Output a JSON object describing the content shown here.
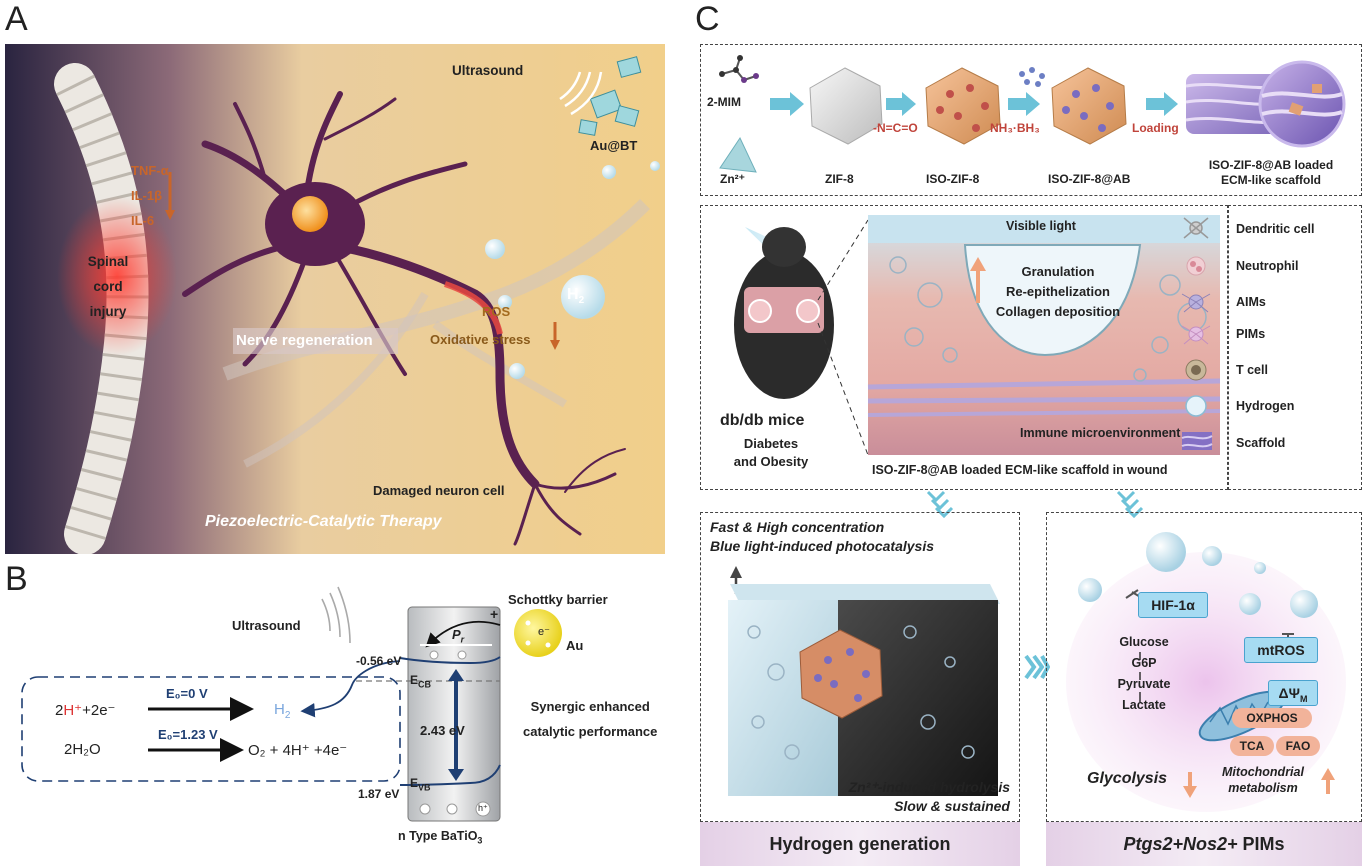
{
  "panel_a": {
    "letter": "A",
    "ultrasound": "Ultrasound",
    "au_bt": "Au@BT",
    "cytokines": [
      "TNF-α",
      "IL-1β",
      "IL-6"
    ],
    "injury_label": [
      "Spinal",
      "cord",
      "injury"
    ],
    "h2": "H",
    "h2_sub": "2",
    "ros": "ROS",
    "oxidative": "Oxidative stress",
    "nerve_regen": "Nerve regeneration",
    "damaged": "Damaged neuron cell",
    "therapy": "Piezoelectric-Catalytic Therapy"
  },
  "panel_b": {
    "letter": "B",
    "ultrasound": "Ultrasound",
    "schottky": "Schottky barrier",
    "au": "Au",
    "electron": "e⁻",
    "plus": "+",
    "pr": "P",
    "pr_sub": "r",
    "ecb_val": "-0.56 eV",
    "ecb": "E",
    "ecb_sub": "CB",
    "gap": "2.43 eV",
    "evb_val": "1.87 eV",
    "evb": "E",
    "evb_sub": "VB",
    "hole": "h⁺",
    "material": "n Type BaTiO",
    "material_sub": "3",
    "synergy": [
      "Synergic enhanced",
      "catalytic performance"
    ],
    "reaction1_left_a": "2",
    "reaction1_left_h": "H⁺",
    "reaction1_left_b": "+2e⁻",
    "reaction1_cond": "E₀=0 V",
    "reaction1_right": "H",
    "reaction1_right_sub": "2",
    "reaction2_left": "2H₂O",
    "reaction2_cond": "E₀=1.23 V",
    "reaction2_right": "O₂ + 4H⁺ +4e⁻"
  },
  "panel_c": {
    "letter": "C",
    "mim": "2-MIM",
    "zn": "Zn²⁺",
    "zif8": "ZIF-8",
    "isocyanate": "-N=C=O",
    "iso_zif8": "ISO-ZIF-8",
    "nh3bh3": "NH₃·BH₃",
    "iso_zif8_ab": "ISO-ZIF-8@AB",
    "loading": "Loading",
    "scaffold_label": [
      "ISO-ZIF-8@AB loaded",
      "ECM-like scaffold"
    ],
    "visible_light": "Visible light",
    "healing": [
      "Granulation",
      "Re-epithelization",
      "Collagen deposition"
    ],
    "immune": "Immune microenvironment",
    "mice": "db/db mice",
    "mice_sub": [
      "Diabetes",
      "and Obesity"
    ],
    "wound_caption": "ISO-ZIF-8@AB loaded ECM-like scaffold in wound",
    "legend": [
      "Dendritic cell",
      "Neutrophil",
      "AIMs",
      "PIMs",
      "T cell",
      "Hydrogen",
      "Scaffold"
    ],
    "fast": [
      "Fast & High concentration",
      "Blue light-induced photocatalysis"
    ],
    "slow": [
      "Zn²⁺-induced hydrolysis",
      "Slow & sustained"
    ],
    "hydrogen_gen": "Hydrogen generation",
    "hif": "HIF-1α",
    "glycolysis_steps": [
      "Glucose",
      "G6P",
      "Pyruvate",
      "Lactate"
    ],
    "mtros": "mtROS",
    "dpsi": "ΔΨ",
    "dpsi_sub": "M",
    "oxphos": "OXPHOS",
    "tca": "TCA",
    "fao": "FAO",
    "glycolysis": "Glycolysis",
    "mito": [
      "Mitochondrial",
      "metabolism"
    ],
    "pims_title_a": "Ptgs2+Nos2+",
    "pims_title_b": " PIMs"
  },
  "colors": {
    "neuron": "#5a2150",
    "injury_red": "#e8483f",
    "arrow_orange": "#c8652a",
    "teal_arrow": "#6cc2d8",
    "band_blue": "#1f3f73",
    "label_red": "#c0443b",
    "purple_bar": "#dcc5df"
  }
}
